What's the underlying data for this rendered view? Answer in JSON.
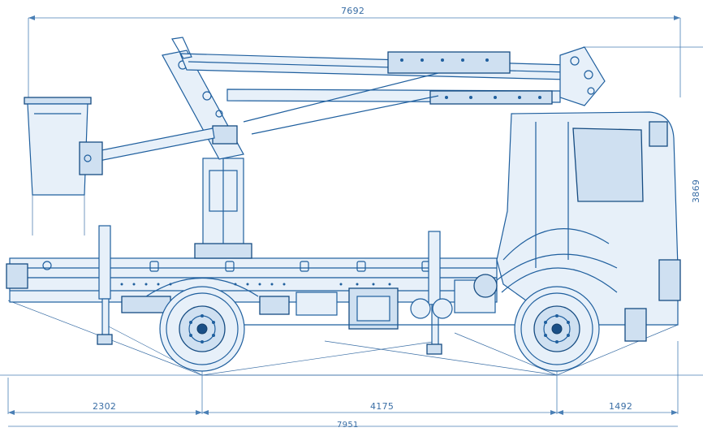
{
  "dimensions": {
    "overall_length": "7692",
    "height": "3869",
    "front_overhang": "2302",
    "wheelbase": "4175",
    "rear_overhang": "1492",
    "total_length": "7951"
  },
  "colors": {
    "line": "#1f5f9e",
    "dimension": "#4a7fb5",
    "background": "#ffffff"
  }
}
